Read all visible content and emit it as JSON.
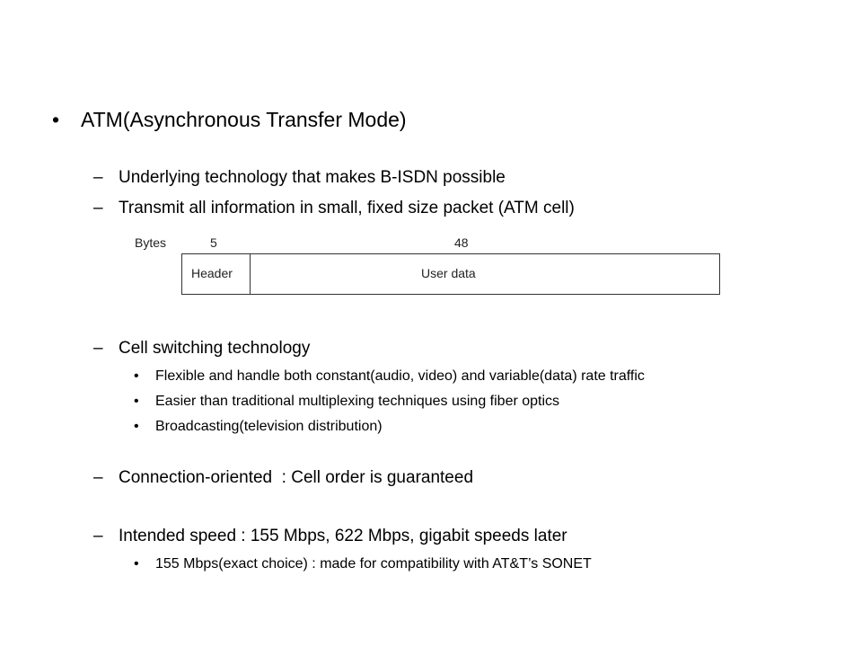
{
  "slide": {
    "heading": "ATM(Asynchronous Transfer Mode)",
    "bullet_glyph": "•",
    "dash_glyph": "–",
    "items": [
      "Underlying technology that makes B-ISDN possible",
      "Transmit all information in small, fixed size packet (ATM cell)"
    ],
    "diagram": {
      "unit_label": "Bytes",
      "header_size": "5",
      "payload_size": "48",
      "header_label": "Header",
      "payload_label": "User data"
    },
    "cell_switching": {
      "title": "Cell switching technology",
      "sub": [
        "Flexible and handle both constant(audio, video) and variable(data) rate traffic",
        "Easier than traditional multiplexing techniques using fiber optics",
        "Broadcasting(television distribution)"
      ]
    },
    "connection": "Connection-oriented  : Cell order is guaranteed",
    "speed": {
      "title": "Intended speed : 155 Mbps, 622 Mbps, gigabit speeds later",
      "sub": [
        "155 Mbps(exact choice) : made for compatibility with AT&T’s SONET"
      ]
    }
  }
}
